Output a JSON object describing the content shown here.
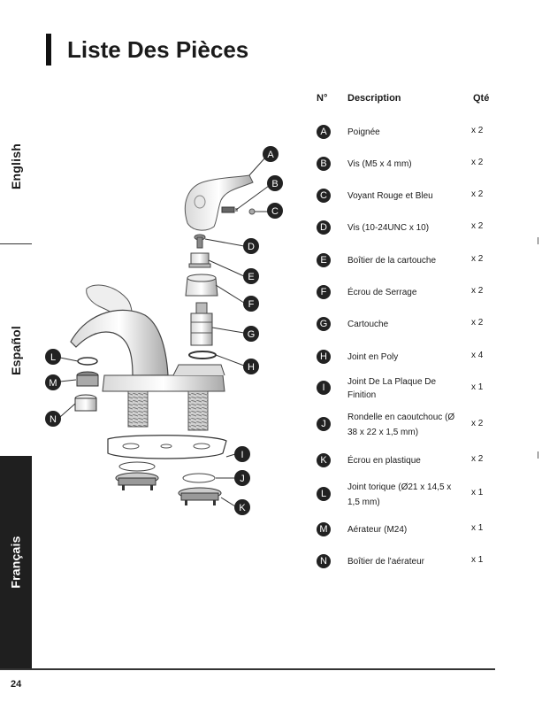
{
  "page": {
    "title": "Liste Des Pièces",
    "page_number": "24"
  },
  "sidebar": {
    "tabs": [
      {
        "label": "English",
        "active": false
      },
      {
        "label": "Español",
        "active": false
      },
      {
        "label": "Français",
        "active": true
      }
    ]
  },
  "table": {
    "headers": {
      "number": "N°",
      "description": "Description",
      "quantity": "Qté"
    },
    "rows": [
      {
        "letter": "A",
        "description": "Poignée",
        "qty": "x 2"
      },
      {
        "letter": "B",
        "description": "Vis (M5 x 4 mm)",
        "qty": "x 2"
      },
      {
        "letter": "C",
        "description": "Voyant Rouge et Bleu",
        "qty": "x 2"
      },
      {
        "letter": "D",
        "description": "Vis (10-24UNC x 10)",
        "qty": "x 2"
      },
      {
        "letter": "E",
        "description": "Boîtier de la cartouche",
        "qty": "x 2"
      },
      {
        "letter": "F",
        "description": "Écrou de Serrage",
        "qty": "x 2"
      },
      {
        "letter": "G",
        "description": "Cartouche",
        "qty": "x 2"
      },
      {
        "letter": "H",
        "description": "Joint en Poly",
        "qty": "x 4"
      },
      {
        "letter": "I",
        "description": "Joint De La Plaque De Finition",
        "qty": "x 1"
      },
      {
        "letter": "J",
        "description": "Rondelle en caoutchouc (Ø 38 x 22 x 1,5 mm)",
        "qty": "x 2"
      },
      {
        "letter": "K",
        "description": "Écrou en plastique",
        "qty": "x 2"
      },
      {
        "letter": "L",
        "description": "Joint torique (Ø21 x 14,5 x 1,5 mm)",
        "qty": "x 1"
      },
      {
        "letter": "M",
        "description": "Aérateur (M24)",
        "qty": "x 1"
      },
      {
        "letter": "N",
        "description": "Boîtier de l'aérateur",
        "qty": "x 1"
      }
    ]
  },
  "diagram": {
    "callouts": [
      "A",
      "B",
      "C",
      "D",
      "E",
      "F",
      "G",
      "H",
      "I",
      "J",
      "K",
      "L",
      "M",
      "N"
    ]
  }
}
